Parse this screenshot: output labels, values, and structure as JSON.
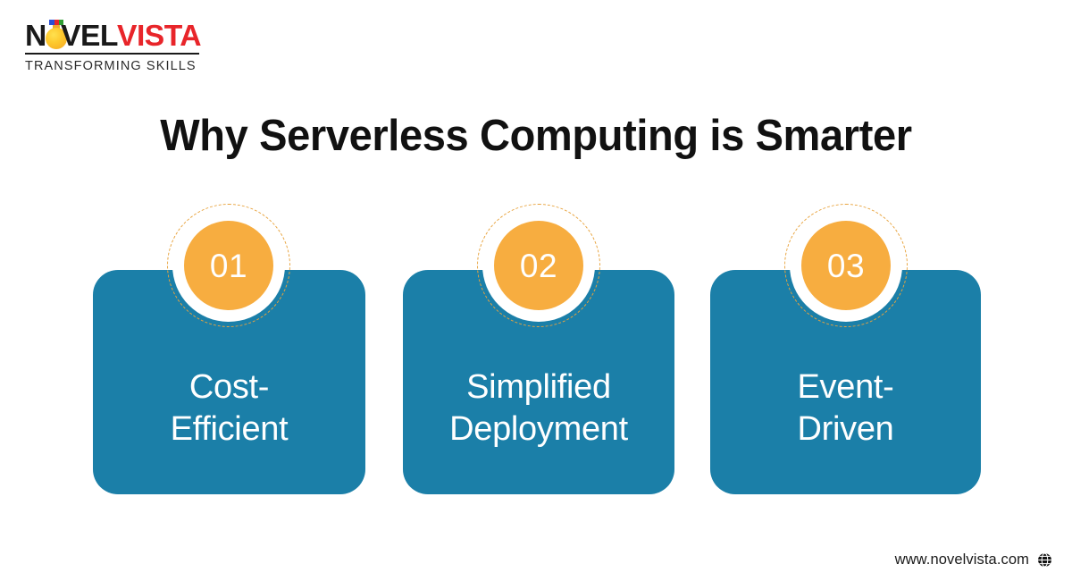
{
  "brand": {
    "logo": {
      "word_part_1": "N",
      "word_part_2": "VEL",
      "word_part_3": "VISTA",
      "tagline": "TRANSFORMING SKILLS",
      "bulb_icon": "lightbulb-icon",
      "colors": {
        "word_dark": "#1a1a1a",
        "word_red": "#e8252a",
        "bulb_yellow": "#fdc92e",
        "square_blue": "#2b4fd6",
        "square_red": "#e8252a",
        "square_green": "#2f9e34"
      }
    }
  },
  "header": {
    "title": "Why Serverless Computing is Smarter"
  },
  "cards": [
    {
      "number": "01",
      "label": "Cost-\nEfficient"
    },
    {
      "number": "02",
      "label": "Simplified\nDeployment"
    },
    {
      "number": "03",
      "label": "Event-\nDriven"
    }
  ],
  "theme": {
    "card_bg": "#1b7fa8",
    "badge_fill": "#f7ad40",
    "badge_dash": "#e8a33d",
    "badge_ring": "#ffffff",
    "page_bg": "#ffffff",
    "title_color": "#111111"
  },
  "footer": {
    "url": "www.novelvista.com",
    "globe_icon": "globe-icon"
  }
}
